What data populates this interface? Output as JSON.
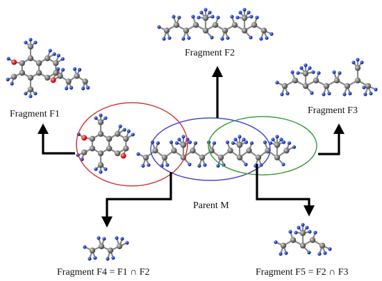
{
  "colors": {
    "carbon": "#6e6e6e",
    "hydrogen": "#1a3cc8",
    "oxygen": "#e01818",
    "bond": "#8a8a8a",
    "arrow": "#000000",
    "ring_f1": "#d23a3a",
    "ring_f2": "#4a4acc",
    "ring_f3": "#3aa03a"
  },
  "labels": {
    "f1": "Fragment F1",
    "f2": "Fragment F2",
    "f3": "Fragment F3",
    "parent": "Parent M",
    "f4": "Fragment F4 = F1 ∩ F2",
    "f5": "Fragment F5 = F2 ∩ F3"
  },
  "icons": {
    "molecule": "ball-and-stick-molecule-icon",
    "arrow": "arrow-icon"
  }
}
